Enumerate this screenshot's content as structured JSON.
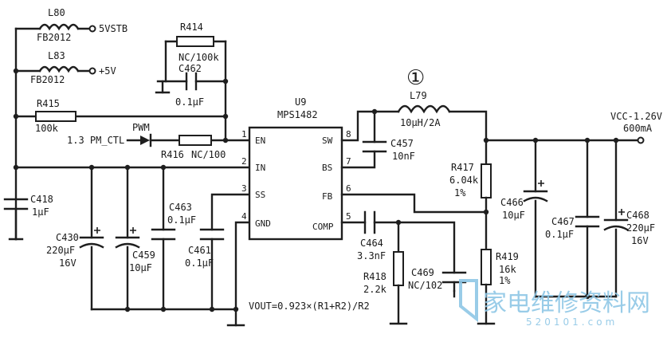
{
  "labels": {
    "l80": "L80",
    "l80_val": "FB2012",
    "net_5vstb": "5VSTB",
    "l83": "L83",
    "l83_val": "FB2012",
    "net_5v": "+5V",
    "r414": "R414",
    "r414_val": "NC/100k",
    "c462": "C462",
    "c462_val": "0.1μF",
    "r415": "R415",
    "r415_val": "100k",
    "net_pm": "1.3 PM_CTL",
    "net_pwm": "PWM",
    "r416": "R416",
    "r416_val": "NC/100",
    "u9": "U9",
    "u9_part": "MPS1482",
    "pin1_num": "1",
    "pin1": "EN",
    "pin2_num": "2",
    "pin2": "IN",
    "pin3_num": "3",
    "pin3": "SS",
    "pin4_num": "4",
    "pin4": "GND",
    "pin8_num": "8",
    "pin8": "SW",
    "pin7_num": "7",
    "pin7": "BS",
    "pin6_num": "6",
    "pin6": "FB",
    "pin5_num": "5",
    "pin5": "COMP",
    "marker": "①",
    "l79": "L79",
    "l79_val": "10μH/2A",
    "c457": "C457",
    "c457_val": "10nF",
    "r417": "R417",
    "r417_val": "6.04k",
    "r417_tol": "1%",
    "net_vcc": "VCC-1.26V",
    "net_vcc_cur": "600mA",
    "c466": "C466",
    "c466_val": "10μF",
    "c467": "C467",
    "c467_val": "0.1μF",
    "c468": "C468",
    "c468_val": "220μF",
    "c468_v": "16V",
    "c418": "C418",
    "c418_val": "1μF",
    "c430": "C430",
    "c430_val": "220μF",
    "c430_v": "16V",
    "c459": "C459",
    "c459_val": "10μF",
    "c463": "C463",
    "c463_val": "0.1μF",
    "c461": "C461",
    "c461_val": "0.1μF",
    "c464": "C464",
    "c464_val": "3.3nF",
    "r418": "R418",
    "r418_val": "2.2k",
    "c469": "C469",
    "c469_val": "NC/102",
    "r419": "R419",
    "r419_val": "16k",
    "r419_tol": "1%",
    "formula": "VOUT=0.923×(R1+R2)/R2"
  },
  "watermark": {
    "text": "家电维修资料网",
    "url": "520101.com",
    "color": "#8fc7e6"
  }
}
